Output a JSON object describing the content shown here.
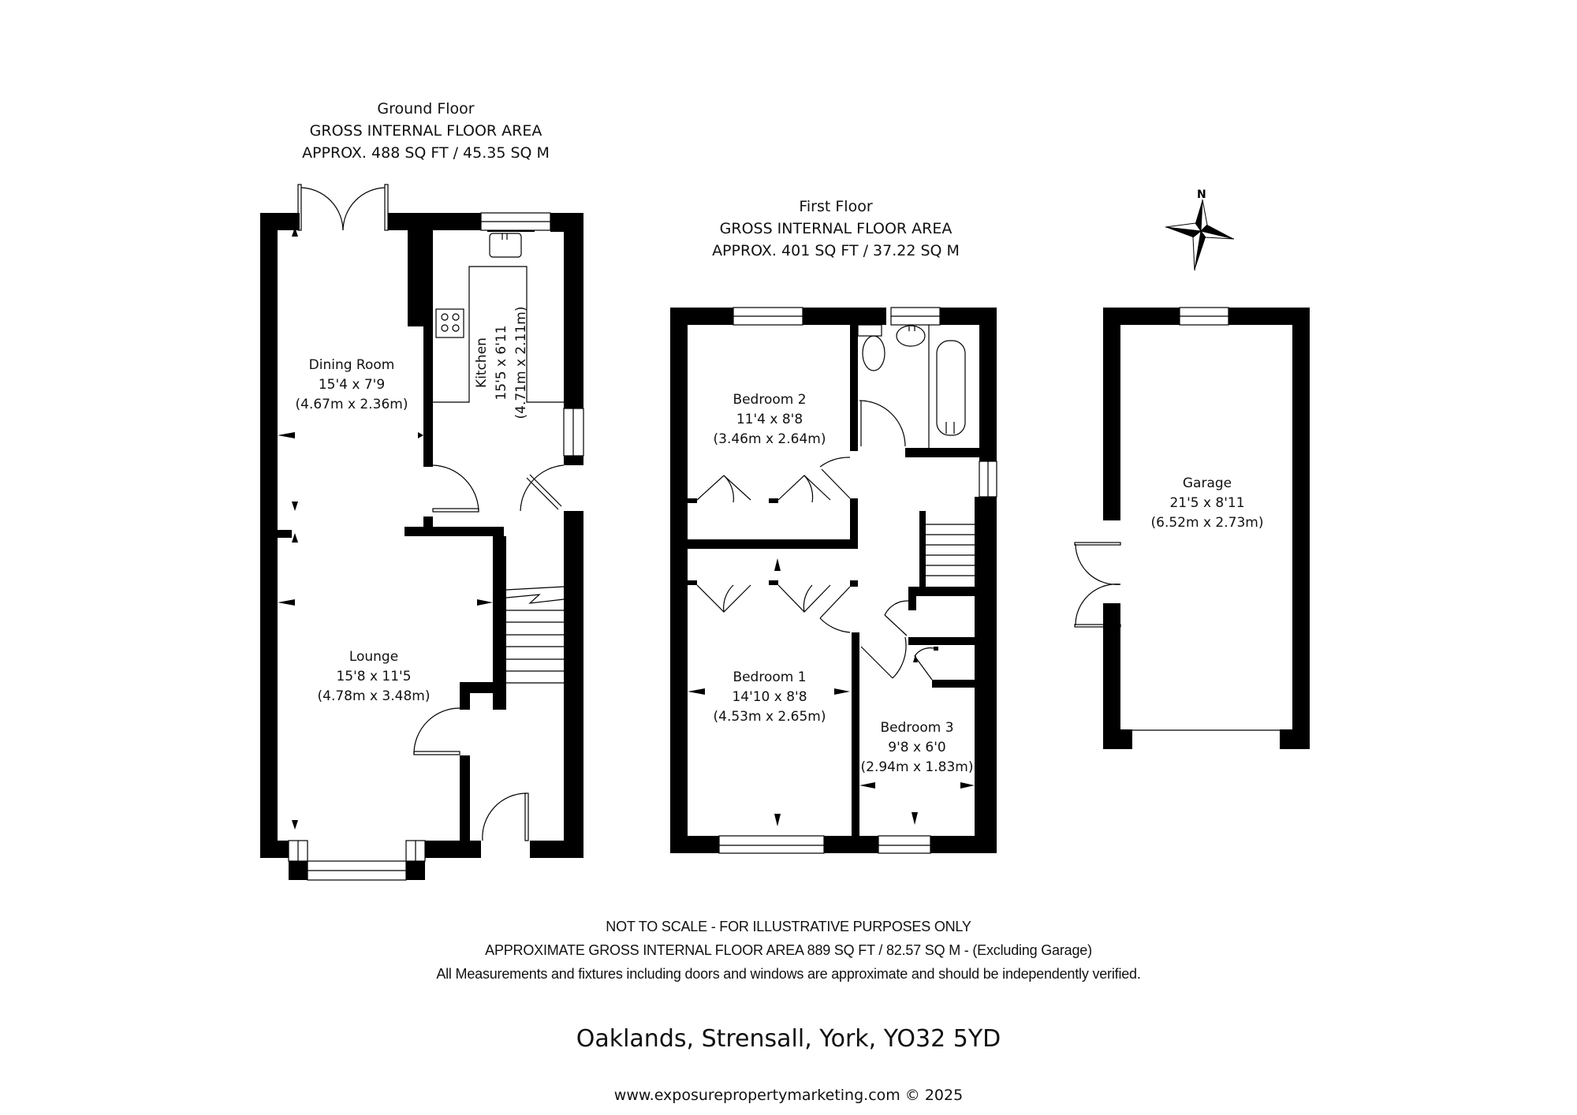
{
  "ground_floor": {
    "title": "Ground Floor",
    "area_heading": "GROSS INTERNAL FLOOR AREA",
    "area_value": "APPROX. 488 SQ FT / 45.35 SQ M",
    "rooms": [
      {
        "name": "Dining Room",
        "imperial": "15'4 x 7'9",
        "metric": "(4.67m x 2.36m)"
      },
      {
        "name": "Kitchen",
        "imperial": "15'5 x 6'11",
        "metric": "(4.71m x 2.11m)"
      },
      {
        "name": "Lounge",
        "imperial": "15'8 x 11'5",
        "metric": "(4.78m x 3.48m)"
      }
    ]
  },
  "first_floor": {
    "title": "First Floor",
    "area_heading": "GROSS INTERNAL FLOOR AREA",
    "area_value": "APPROX. 401 SQ FT / 37.22 SQ M",
    "rooms": [
      {
        "name": "Bedroom 2",
        "imperial": "11'4 x 8'8",
        "metric": "(3.46m x 2.64m)"
      },
      {
        "name": "Bedroom 1",
        "imperial": "14'10 x 8'8",
        "metric": "(4.53m x 2.65m)"
      },
      {
        "name": "Bedroom 3",
        "imperial": "9'8 x 6'0",
        "metric": "(2.94m x 1.83m)"
      }
    ]
  },
  "garage": {
    "name": "Garage",
    "imperial": "21'5 x 8'11",
    "metric": "(6.52m x 2.73m)"
  },
  "compass": {
    "label": "N",
    "icon": "compass-rose-icon"
  },
  "disclaimer": {
    "line1": "NOT TO SCALE - FOR ILLUSTRATIVE PURPOSES ONLY",
    "line2": "APPROXIMATE GROSS INTERNAL FLOOR AREA 889 SQ FT / 82.57 SQ M - (Excluding Garage)",
    "line3": "All Measurements and fixtures including doors and windows are approximate and should be independently verified."
  },
  "address": "Oaklands, Strensall, York, YO32 5YD",
  "website": "www.exposurepropertymarketing.com © 2025",
  "colors": {
    "wall": "#000000",
    "background": "#ffffff",
    "text": "#111111"
  }
}
